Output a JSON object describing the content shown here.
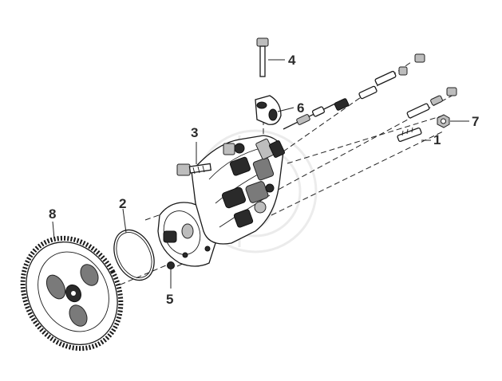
{
  "callouts": [
    {
      "id": "1",
      "label": "1"
    },
    {
      "id": "2",
      "label": "2"
    },
    {
      "id": "3",
      "label": "3"
    },
    {
      "id": "4",
      "label": "4"
    },
    {
      "id": "5",
      "label": "5"
    },
    {
      "id": "6",
      "label": "6"
    },
    {
      "id": "7",
      "label": "7"
    },
    {
      "id": "8",
      "label": "8"
    }
  ],
  "colors": {
    "line": "#1a1a1a",
    "label": "#2b2b2b",
    "watermark": "#d0d0d0",
    "background": "#ffffff"
  }
}
